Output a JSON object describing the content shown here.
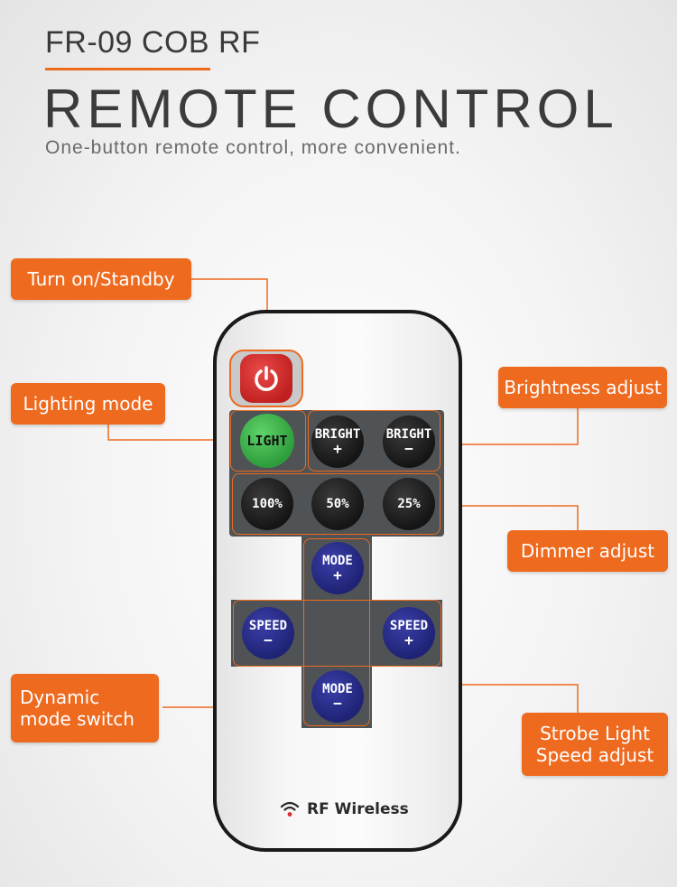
{
  "header": {
    "model": "FR-09 COB RF",
    "title": "REMOTE CONTROL",
    "tagline": "One-button remote control, more convenient."
  },
  "callouts": {
    "turn_on": "Turn on/Standby",
    "lighting_mode": "Lighting mode",
    "brightness": "Brightness adjust",
    "dimmer": "Dimmer adjust",
    "dynamic_mode": "Dynamic\nmode switch",
    "strobe": "Strobe Light\nSpeed adjust"
  },
  "buttons": {
    "light": "LIGHT",
    "bright_plus": {
      "top": "BRIGHT",
      "bottom": "+"
    },
    "bright_minus": {
      "top": "BRIGHT",
      "bottom": "−"
    },
    "p100": "100%",
    "p50": "50%",
    "p25": "25%",
    "mode_plus": {
      "top": "MODE",
      "bottom": "+"
    },
    "mode_minus": {
      "top": "MODE",
      "bottom": "−"
    },
    "speed_minus": {
      "top": "SPEED",
      "bottom": "−"
    },
    "speed_plus": {
      "top": "SPEED",
      "bottom": "+"
    }
  },
  "brand": "RF Wireless",
  "icons": {
    "power": "power-icon",
    "wireless": "wifi-icon"
  },
  "colors": {
    "accent": "#ee6a1f",
    "power": "#d32f2f",
    "light": "#3cb64a",
    "mode": "#23287f"
  }
}
